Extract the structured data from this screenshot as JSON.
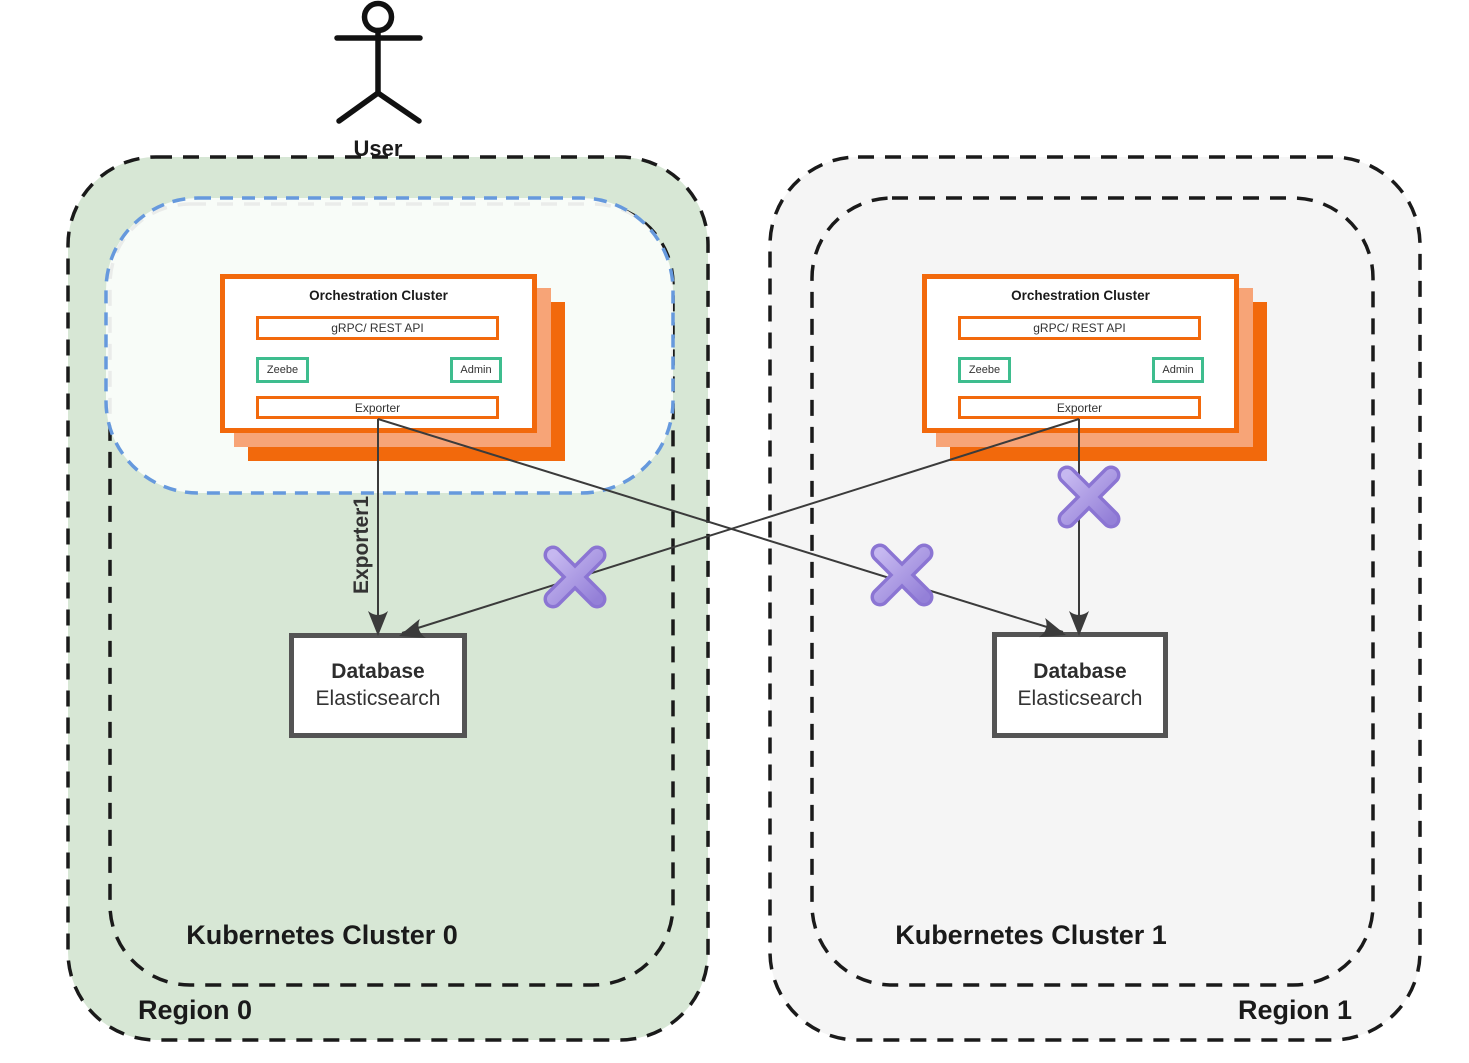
{
  "user": {
    "label": "User"
  },
  "regions": [
    {
      "name": "Region 0",
      "cluster_label": "Kubernetes Cluster 0",
      "fill": "#d7e7d5"
    },
    {
      "name": "Region 1",
      "cluster_label": "Kubernetes Cluster 1",
      "fill": "#f5f5f5"
    }
  ],
  "clusters": [
    {
      "title": "Orchestration Cluster",
      "api": "gRPC/ REST API",
      "zeebe": "Zeebe",
      "admin": "Admin",
      "exporter": "Exporter"
    },
    {
      "title": "Orchestration Cluster",
      "api": "gRPC/ REST API",
      "zeebe": "Zeebe",
      "admin": "Admin",
      "exporter": "Exporter"
    }
  ],
  "databases": [
    {
      "title": "Database",
      "subtitle": "Elasticsearch"
    },
    {
      "title": "Database",
      "subtitle": "Elasticsearch"
    }
  ],
  "connections": {
    "exporter1_label": "Exporter1"
  },
  "colors": {
    "orange": "#f2690c",
    "orange_light": "#f7a477",
    "green_border": "#3ebd8e",
    "region0_fill": "#d7e7d5",
    "region1_fill": "#f5f5f5",
    "blue_dash": "#6699dd",
    "purple_x": "#8b75d3",
    "line": "#3b3b3b"
  }
}
